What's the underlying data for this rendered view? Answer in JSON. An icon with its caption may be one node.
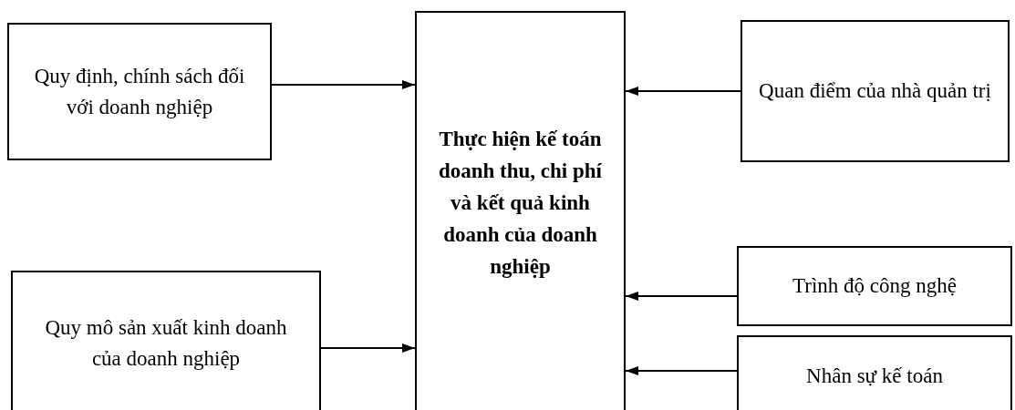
{
  "diagram": {
    "nodes": [
      {
        "text": [
          "Quy định, chính sách đối với doanh nghiệp"
        ]
      },
      {
        "text": [
          "Thực hiện kế toán doanh thu, chi phí và kết quả kinh doanh của doanh nghiệp"
        ]
      },
      {
        "text": [
          "Quan điểm của nhà quản trị"
        ]
      },
      {
        "text": [
          "Trình độ công nghệ"
        ]
      },
      {
        "text": [
          "Quy mô sản xuất kinh doanh của doanh nghiệp"
        ]
      },
      {
        "text": [
          "Nhân sự kế toán"
        ]
      }
    ],
    "edges": [
      {
        "from": 0,
        "to": 1,
        "arrow": "to"
      },
      {
        "from": 2,
        "to": 1,
        "arrow": "to"
      },
      {
        "from": 3,
        "to": 1,
        "arrow": "to"
      },
      {
        "from": 4,
        "to": 1,
        "arrow": "to"
      },
      {
        "from": 5,
        "to": 1,
        "arrow": "to"
      }
    ]
  }
}
